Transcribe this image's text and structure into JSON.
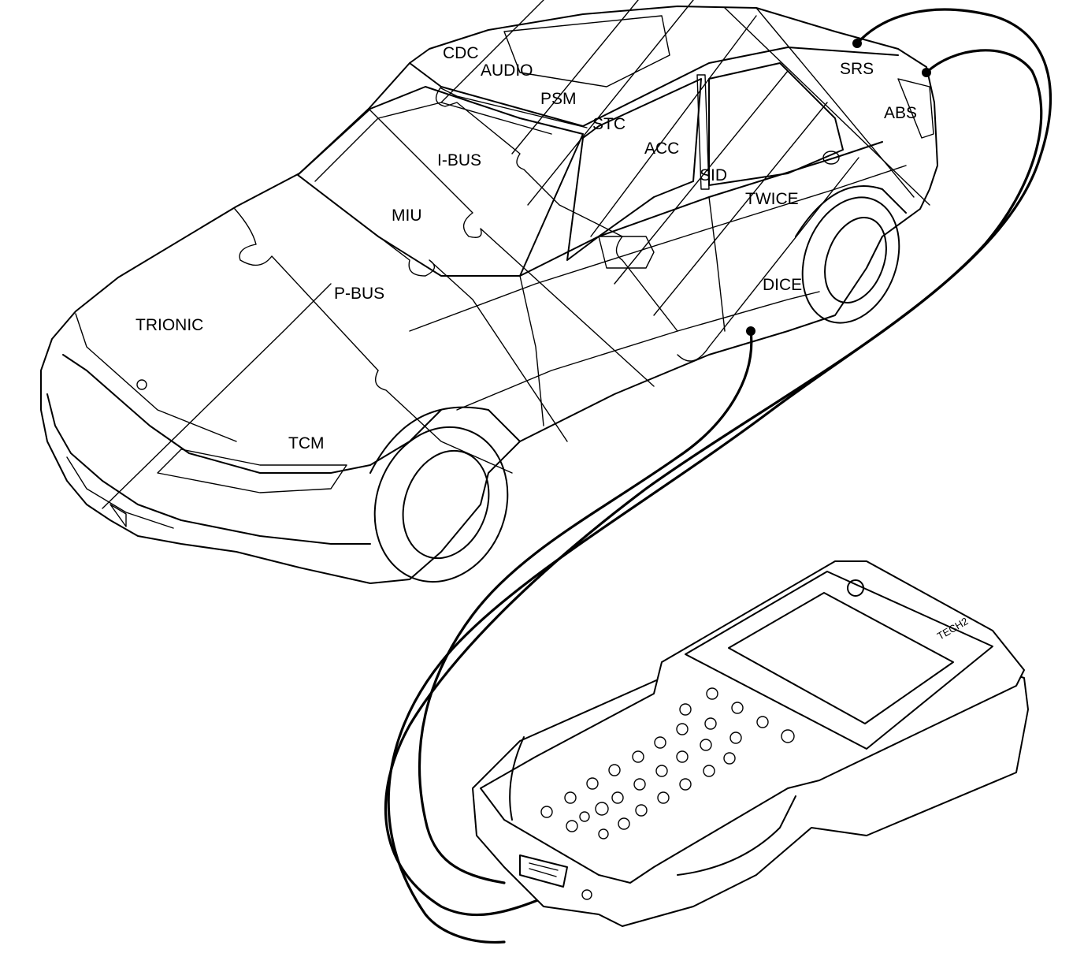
{
  "diagram": {
    "modules": [
      {
        "id": "cdc",
        "label": "CDC"
      },
      {
        "id": "audio",
        "label": "AUDIO"
      },
      {
        "id": "psm",
        "label": "PSM"
      },
      {
        "id": "stc",
        "label": "STC"
      },
      {
        "id": "srs",
        "label": "SRS"
      },
      {
        "id": "abs",
        "label": "ABS"
      },
      {
        "id": "i-bus",
        "label": "I-BUS"
      },
      {
        "id": "acc",
        "label": "ACC"
      },
      {
        "id": "sid",
        "label": "SID"
      },
      {
        "id": "twice",
        "label": "TWICE"
      },
      {
        "id": "miu",
        "label": "MIU"
      },
      {
        "id": "p-bus",
        "label": "P-BUS"
      },
      {
        "id": "dice",
        "label": "DICE"
      },
      {
        "id": "trionic",
        "label": "TRIONIC"
      },
      {
        "id": "tcm",
        "label": "TCM"
      }
    ],
    "tester": {
      "brand_text": "TECH2"
    },
    "colors": {
      "line": "#000000",
      "background": "#ffffff"
    }
  }
}
